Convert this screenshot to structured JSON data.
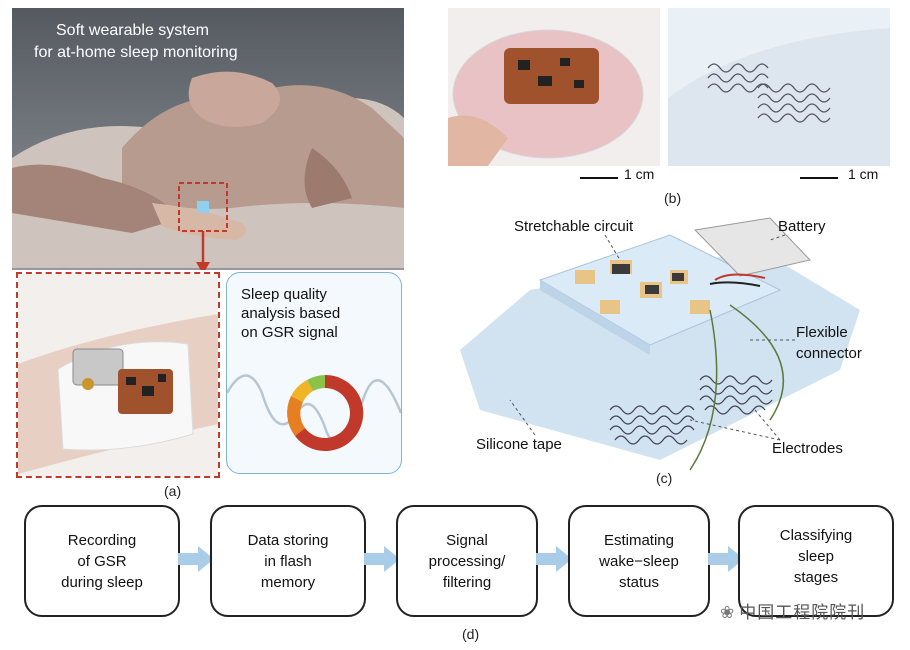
{
  "panel_a": {
    "title_line1": "Soft wearable system",
    "title_line2": "for at-home sleep monitoring",
    "quality_line1": "Sleep quality",
    "quality_line2": "analysis based",
    "quality_line3": "on GSR signal",
    "label": "(a)"
  },
  "panel_b": {
    "scale_left": "1 cm",
    "scale_right": "1 cm",
    "label": "(b)"
  },
  "panel_c": {
    "stretchable_circuit": "Stretchable circuit",
    "battery": "Battery",
    "flexible_line1": "Flexible",
    "flexible_line2": "connector",
    "silicone_tape": "Silicone tape",
    "electrodes": "Electrodes",
    "label": "(c)"
  },
  "panel_d": {
    "steps": [
      "Recording\nof GSR\nduring sleep",
      "Data storing\nin flash\nmemory",
      "Signal\nprocessing/\nfiltering",
      "Estimating\nwake−sleep\nstatus",
      "Classifying\nsleep\nstages"
    ],
    "label": "(d)",
    "watermark": "中国工程院院刊"
  },
  "colors": {
    "inset_border": "#c0392b",
    "flow_arrow": "#a9cde9",
    "quality_box_border": "#7fb2d7",
    "donut_red": "#c0392b",
    "donut_orange": "#e67e22",
    "donut_yellow": "#f0b429",
    "donut_green": "#8bc34a"
  }
}
